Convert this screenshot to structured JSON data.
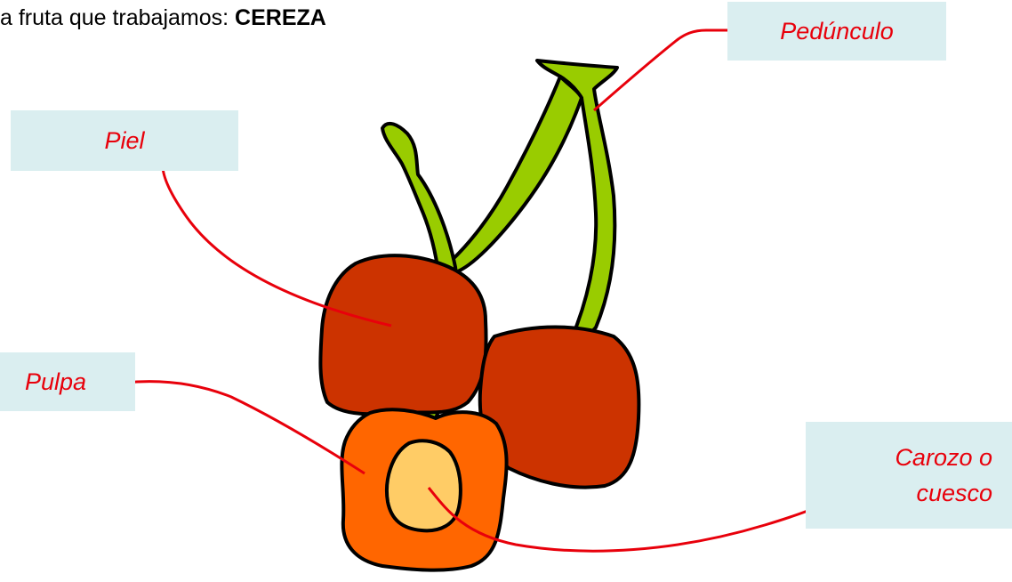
{
  "title": {
    "prefix": "a fruta que trabajamos: ",
    "bold": "CEREZA"
  },
  "labels": {
    "pedunculo": "Pedúnculo",
    "piel": "Piel",
    "pulpa": "Pulpa",
    "carozo_line1": "Carozo o",
    "carozo_line2": "cuesco"
  },
  "colors": {
    "label_text": "#e8000b",
    "label_bg": "#daeef0",
    "skin": "#cc3300",
    "pulp": "#ff6600",
    "pit": "#ffcc66",
    "stem": "#99cc00",
    "leader": "#e8000b"
  }
}
